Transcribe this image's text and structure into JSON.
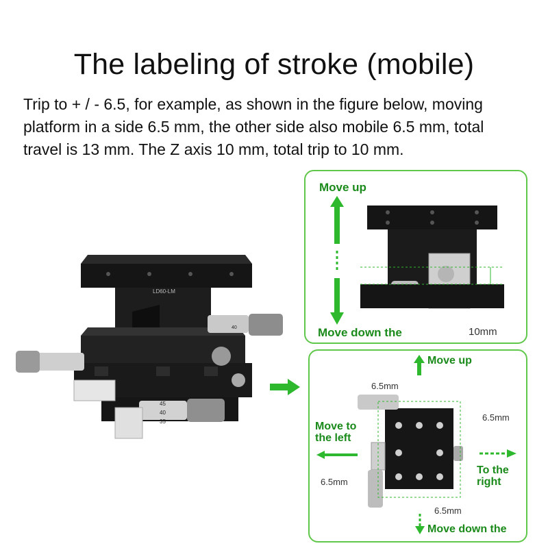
{
  "title": "The labeling of stroke (mobile)",
  "description": [
    "Trip to + / - 6.5, for example, as shown in the figure below, moving",
    "platform in a side 6.5 mm, the other side also mobile 6.5 mm, total",
    "travel is 13 mm. The Z axis 10 mm, total trip to 10 mm."
  ],
  "stage_engraving": "LD60-LM",
  "micrometer_scale": [
    "45",
    "40",
    "35"
  ],
  "z_panel": {
    "move_up": "Move up",
    "move_down": "Move down the",
    "travel": "10mm"
  },
  "xy_panel": {
    "move_up": "Move up",
    "move_down": "Move down the",
    "move_left": [
      "Move to",
      "the left"
    ],
    "move_right": [
      "To the",
      "right"
    ],
    "dim_top": "6.5mm",
    "dim_right": "6.5mm",
    "dim_left": "6.5mm",
    "dim_bottom": "6.5mm"
  },
  "colors": {
    "accent_green": "#2db82d",
    "panel_border": "#5fc84a",
    "text_green": "#1a8a1a"
  }
}
